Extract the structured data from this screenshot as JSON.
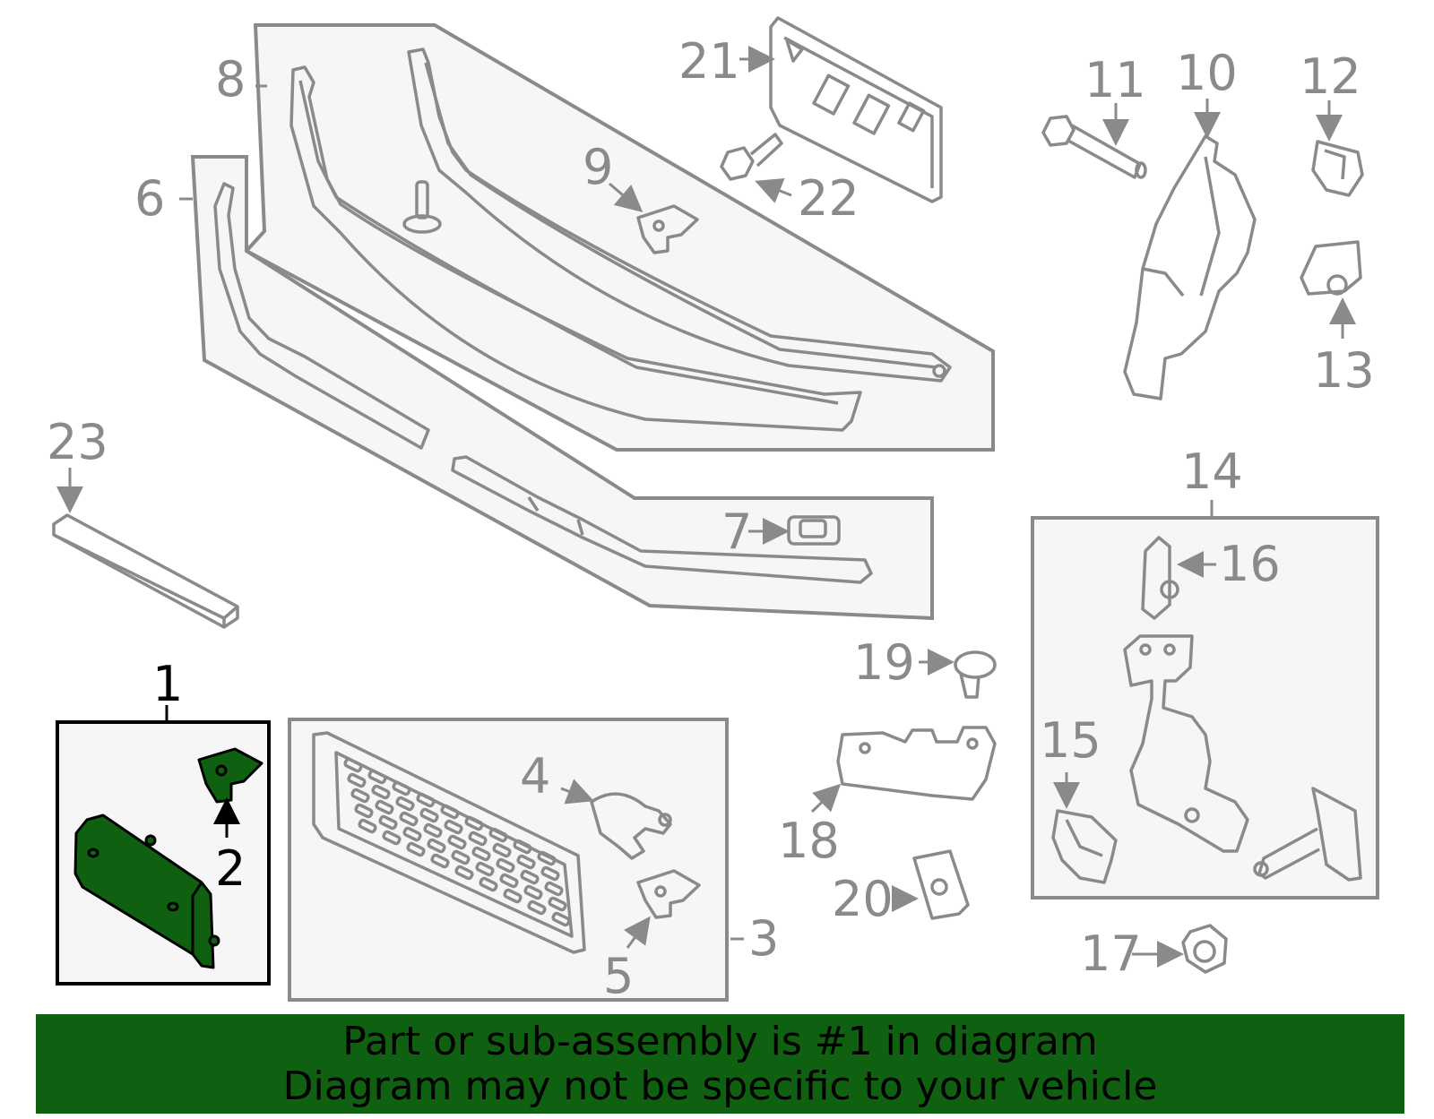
{
  "labels": {
    "p1": "1",
    "p2": "2",
    "p3": "3",
    "p4": "4",
    "p5": "5",
    "p6": "6",
    "p7": "7",
    "p8": "8",
    "p9": "9",
    "p10": "10",
    "p11": "11",
    "p12": "12",
    "p13": "13",
    "p14": "14",
    "p15": "15",
    "p16": "16",
    "p17": "17",
    "p18": "18",
    "p19": "19",
    "p20": "20",
    "p21": "21",
    "p22": "22",
    "p23": "23"
  },
  "selected_part": "1",
  "banner": {
    "line1": "Part or sub-assembly is #1 in diagram",
    "line2": "Diagram may not be specific to your vehicle"
  },
  "colors": {
    "highlight": "#0f6010",
    "part_line": "#8a8a8a",
    "panel_fill": "#f6f6f6",
    "selected_frame": "#000000"
  }
}
